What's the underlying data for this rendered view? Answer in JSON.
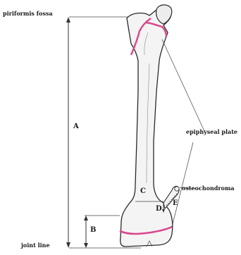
{
  "labels": {
    "piriformis_fossa": "piriformis fossa",
    "joint_line": "joint line",
    "epiphyseal_plate": "epiphyseal plate",
    "osteochondroma": "osteochondroma",
    "A": "A",
    "B": "B",
    "C": "C",
    "D": "D",
    "E": "E"
  },
  "colors": {
    "growth_plate": "#d9468c",
    "bone_outline": "#2a2a2a",
    "bone_fill": "#f4f4f4"
  }
}
